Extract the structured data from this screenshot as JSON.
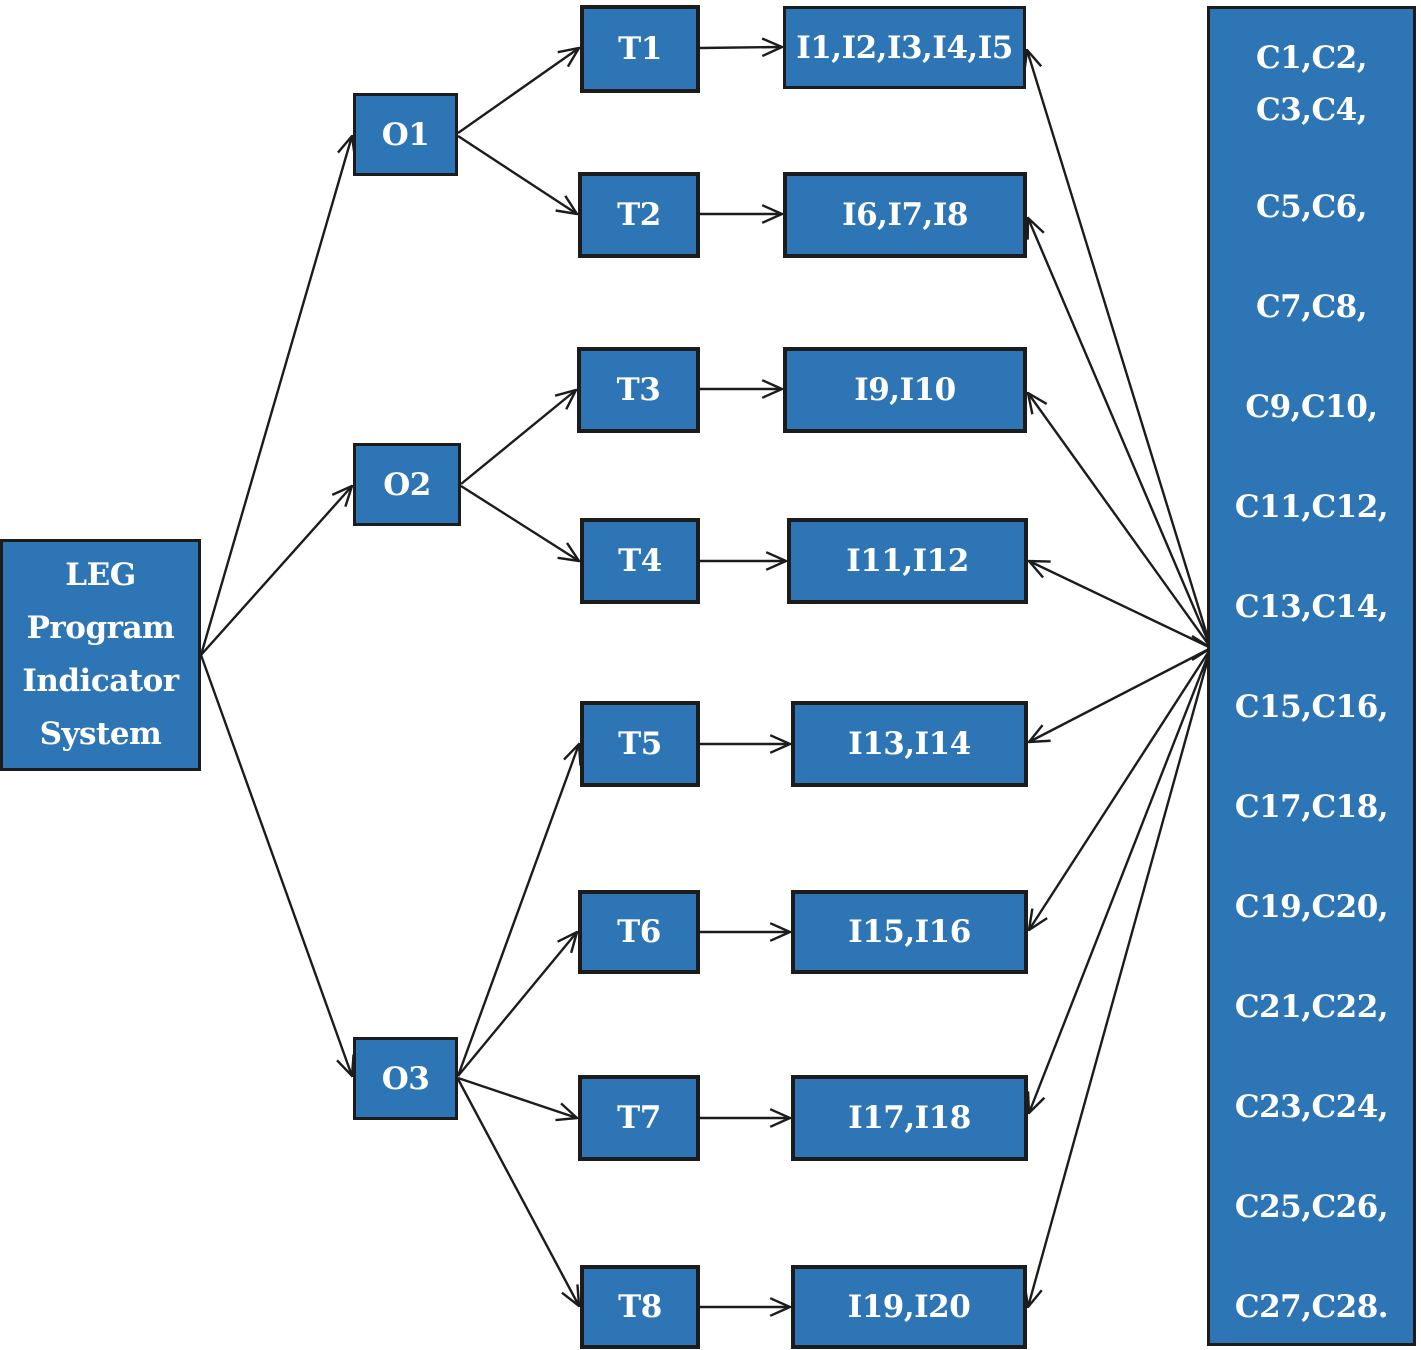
{
  "root": {
    "label": "LEG\nProgram\nIndicator\nSystem"
  },
  "objectives": [
    {
      "id": "O1",
      "label": "O1"
    },
    {
      "id": "O2",
      "label": "O2"
    },
    {
      "id": "O3",
      "label": "O3"
    }
  ],
  "targets": [
    {
      "id": "T1",
      "label": "T1",
      "objective": "O1"
    },
    {
      "id": "T2",
      "label": "T2",
      "objective": "O1"
    },
    {
      "id": "T3",
      "label": "T3",
      "objective": "O2"
    },
    {
      "id": "T4",
      "label": "T4",
      "objective": "O2"
    },
    {
      "id": "T5",
      "label": "T5",
      "objective": "O3"
    },
    {
      "id": "T6",
      "label": "T6",
      "objective": "O3"
    },
    {
      "id": "T7",
      "label": "T7",
      "objective": "O3"
    },
    {
      "id": "T8",
      "label": "T8",
      "objective": "O3"
    }
  ],
  "indicators": [
    {
      "id": "G1",
      "label": "I1,I2,I3,I4,I5",
      "target": "T1"
    },
    {
      "id": "G2",
      "label": "I6,I7,I8",
      "target": "T2"
    },
    {
      "id": "G3",
      "label": "I9,I10",
      "target": "T3"
    },
    {
      "id": "G4",
      "label": "I11,I12",
      "target": "T4"
    },
    {
      "id": "G5",
      "label": "I13,I14",
      "target": "T5"
    },
    {
      "id": "G6",
      "label": "I15,I16",
      "target": "T6"
    },
    {
      "id": "G7",
      "label": "I17,I18",
      "target": "T7"
    },
    {
      "id": "G8",
      "label": "I19,I20",
      "target": "T8"
    }
  ],
  "criteria": {
    "lines": [
      "C1,C2,",
      "C3,C4,",
      "C5,C6,",
      "C7,C8,",
      "C9,C10,",
      "C11,C12,",
      "C13,C14,",
      "C15,C16,",
      "C17,C18,",
      "C19,C20,",
      "C21,C22,",
      "C23,C24,",
      "C25,C26,",
      "C27,C28."
    ]
  },
  "colors": {
    "box_fill": "#2e75b6",
    "border": "#1c1c1c",
    "text": "#ffffff",
    "edge": "#1c1c1c"
  }
}
